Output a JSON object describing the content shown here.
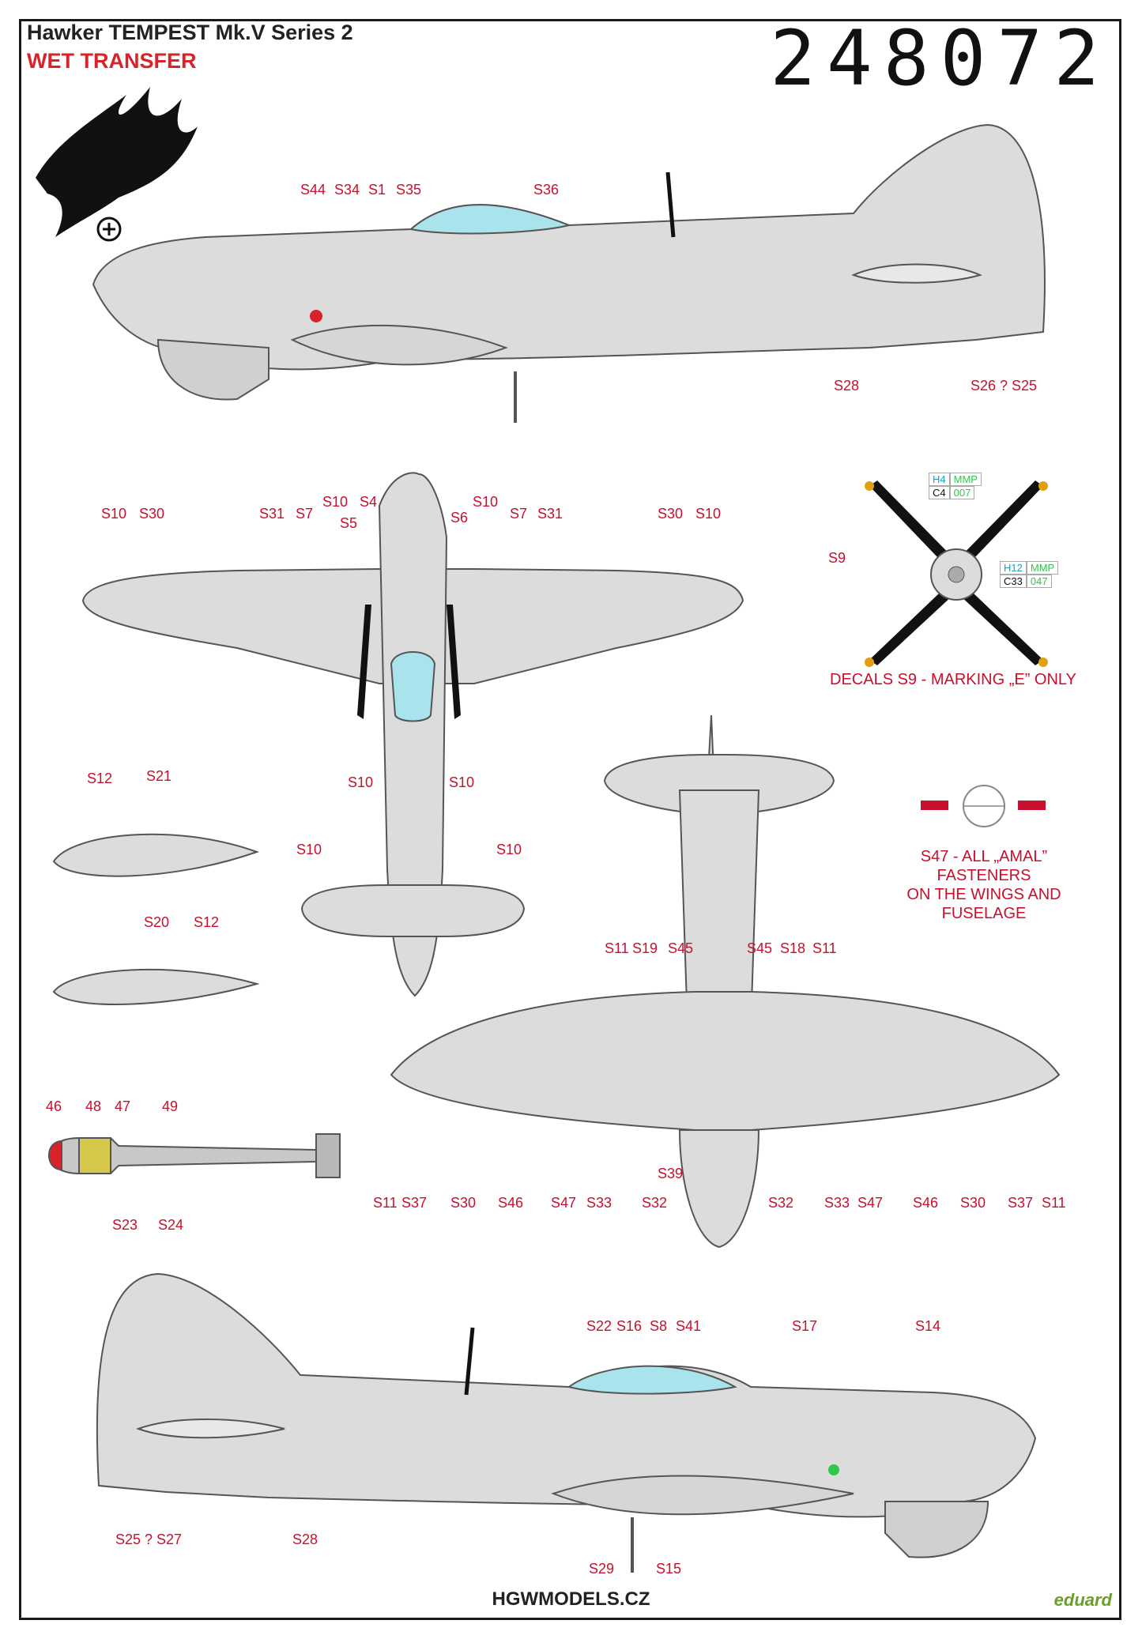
{
  "header": {
    "title": "Hawker TEMPEST Mk.V Series 2",
    "subtitle": "WET TRANSFER",
    "product_number": "248072"
  },
  "labels": {
    "top_side": [
      "S44",
      "S34",
      "S1",
      "S35",
      "S36",
      "S28",
      "S26 ? S25"
    ],
    "wing_top": [
      "S10",
      "S30",
      "S31",
      "S7",
      "S10",
      "S4",
      "S5",
      "S6",
      "S10",
      "S7",
      "S31",
      "S30",
      "S10",
      "S10",
      "S10"
    ],
    "prop": "S9",
    "tank1": [
      "S12",
      "S21"
    ],
    "tank2": [
      "S20",
      "S12"
    ],
    "tail_plan": [
      "S10",
      "S10"
    ],
    "bomb": [
      "46",
      "48",
      "47",
      "49"
    ],
    "under_top": [
      "S11",
      "S19",
      "S45",
      "S45",
      "S18",
      "S11"
    ],
    "under_bottom": [
      "S11",
      "S37",
      "S30",
      "S46",
      "S47",
      "S33",
      "S32",
      "S39",
      "S32",
      "S33",
      "S47",
      "S46",
      "S30",
      "S37",
      "S11"
    ],
    "bottom_side_top": [
      "S23",
      "S24",
      "S22",
      "S16",
      "S8",
      "S41",
      "S17",
      "S14"
    ],
    "bottom_side_bottom": [
      "S25 ? S27",
      "S28",
      "S29",
      "S15"
    ]
  },
  "prop_legend": {
    "tip": {
      "h": "H4",
      "mmp": "MMP",
      "c": "C4",
      "code": "007"
    },
    "blade": {
      "h": "H12",
      "mmp": "MMP",
      "c": "C33",
      "code": "047"
    }
  },
  "notes": {
    "prop_note": "DECALS S9 - MARKING „E” ONLY",
    "fastener_note": [
      "S47 - ALL „AMAL”",
      "FASTENERS",
      "ON THE WINGS AND",
      "FUSELAGE"
    ]
  },
  "footer": {
    "site": "HGWMODELS.CZ",
    "brand": "eduard"
  },
  "colors": {
    "label_red": "#c8102e",
    "aircraft_grey": "#dcdcdc",
    "canopy": "#a9e4ec",
    "outline": "#555555"
  }
}
